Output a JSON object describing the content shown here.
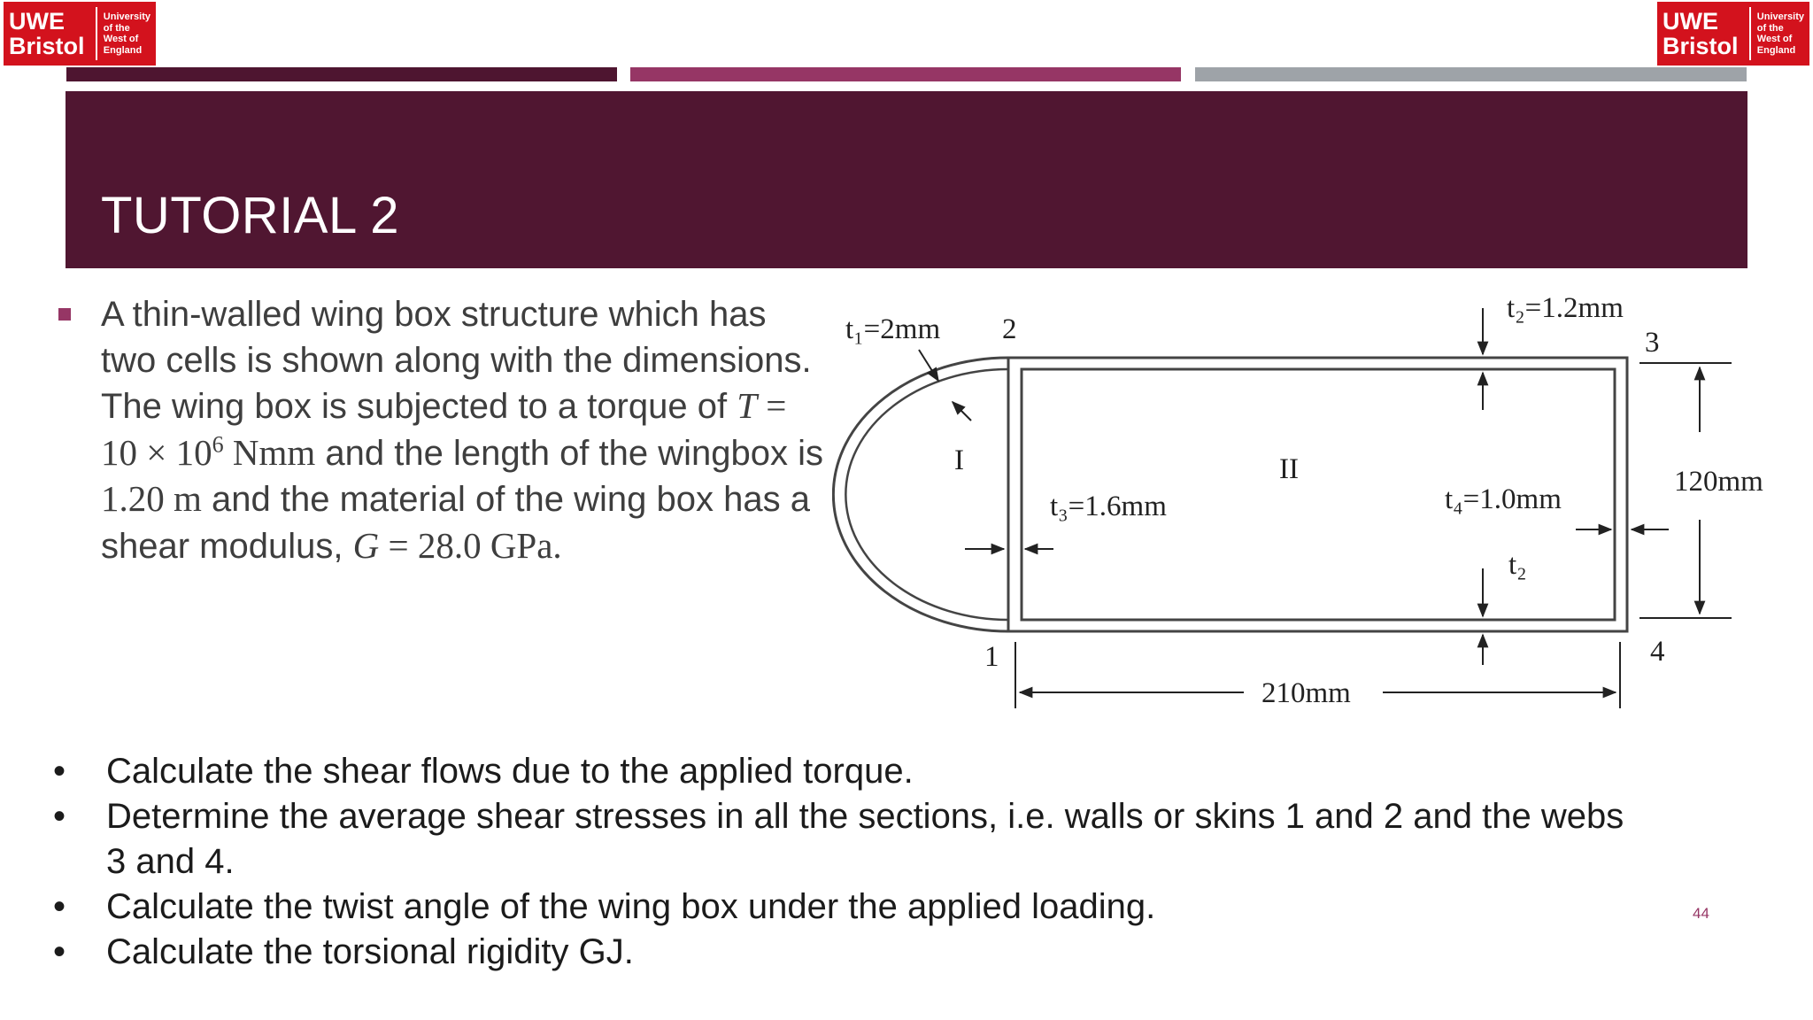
{
  "logo": {
    "main_line1": "UWE",
    "main_line2": "Bristol",
    "sub_lines": [
      "University",
      "of the",
      "West of",
      "England"
    ]
  },
  "brand_colors": {
    "logo_red": "#d3121d",
    "stripe_dark": "#4e1530",
    "stripe_mid": "#963665",
    "stripe_grey": "#9ea3a8",
    "title_bar": "#501631"
  },
  "title": "TUTORIAL 2",
  "intro": {
    "bullet_icon": "square-bullet-icon",
    "t1": "A thin-walled wing box structure which has two cells is shown along with the dimensions. The wing box is subjected to a torque of ",
    "torque_var": "T",
    "torque_eq": " = 10 × 10",
    "torque_exp": "6",
    "torque_unit": " Nmm",
    "t2": " and the length of the wingbox is ",
    "length": "1.20 m",
    "t3": " and the material of the wing box has a shear modulus, ",
    "g_var": "G",
    "g_val": " = 28.0 GPa."
  },
  "diagram": {
    "t1_label": "t₁=2mm",
    "t2_label": "t₂=1.2mm",
    "t3_label": "t₃=1.6mm",
    "t4_label": "t₄=1.0mm",
    "t2_lower": "t₂",
    "cell_1": "I",
    "cell_2": "II",
    "node_1": "1",
    "node_2": "2",
    "node_3": "3",
    "node_4": "4",
    "width_dim": "210mm",
    "height_dim": "120mm"
  },
  "tasks": [
    {
      "bullet": "•",
      "text": "Calculate the shear flows due to the applied torque."
    },
    {
      "bullet": "•",
      "text": "Determine the average shear stresses in all the sections, i.e. walls or skins 1 and 2 and the webs 3 and 4."
    },
    {
      "bullet": "•",
      "text": "Calculate the twist angle of the wing box under the applied loading."
    },
    {
      "bullet": "•",
      "text": "Calculate the torsional rigidity GJ."
    }
  ],
  "page_number": "44"
}
